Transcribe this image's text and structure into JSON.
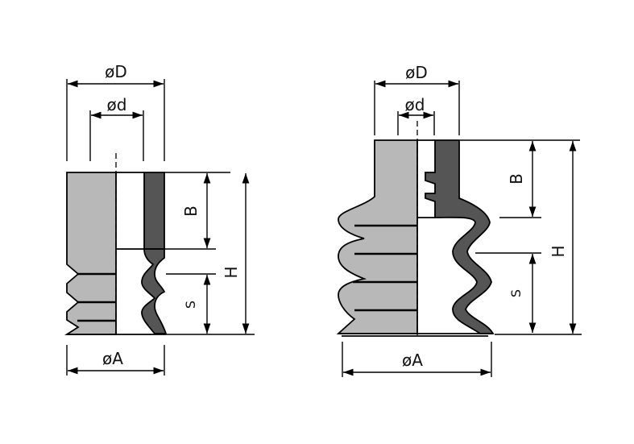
{
  "colors": {
    "body_gray": "#b8b8b8",
    "section_dark": "#555555",
    "line": "#000000",
    "background": "#ffffff"
  },
  "left_cup": {
    "label_D": "øD",
    "label_d": "ød",
    "label_B": "B",
    "label_H": "H",
    "label_S": "S",
    "label_A": "øA"
  },
  "right_cup": {
    "label_D": "øD",
    "label_d": "ød",
    "label_B": "B",
    "label_H": "H",
    "label_S": "S",
    "label_A": "øA"
  }
}
